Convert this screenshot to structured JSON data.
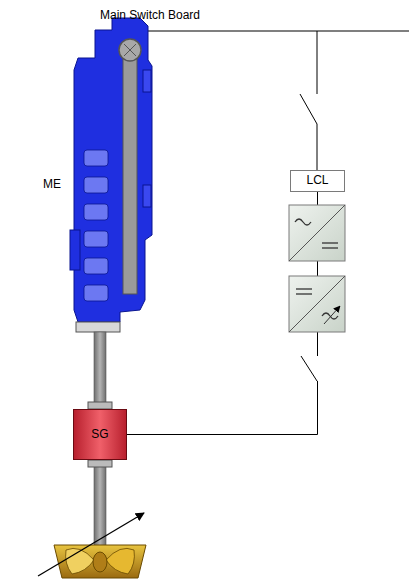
{
  "diagram": {
    "nodes": [
      {
        "text": [
          "LCL"
        ]
      },
      {
        "text": [
          "SG"
        ]
      }
    ],
    "edges": [
      {
        "from": 0,
        "to": 1,
        "arrow": "none"
      }
    ],
    "labels": [
      "Main Switch Board",
      "ME"
    ]
  }
}
